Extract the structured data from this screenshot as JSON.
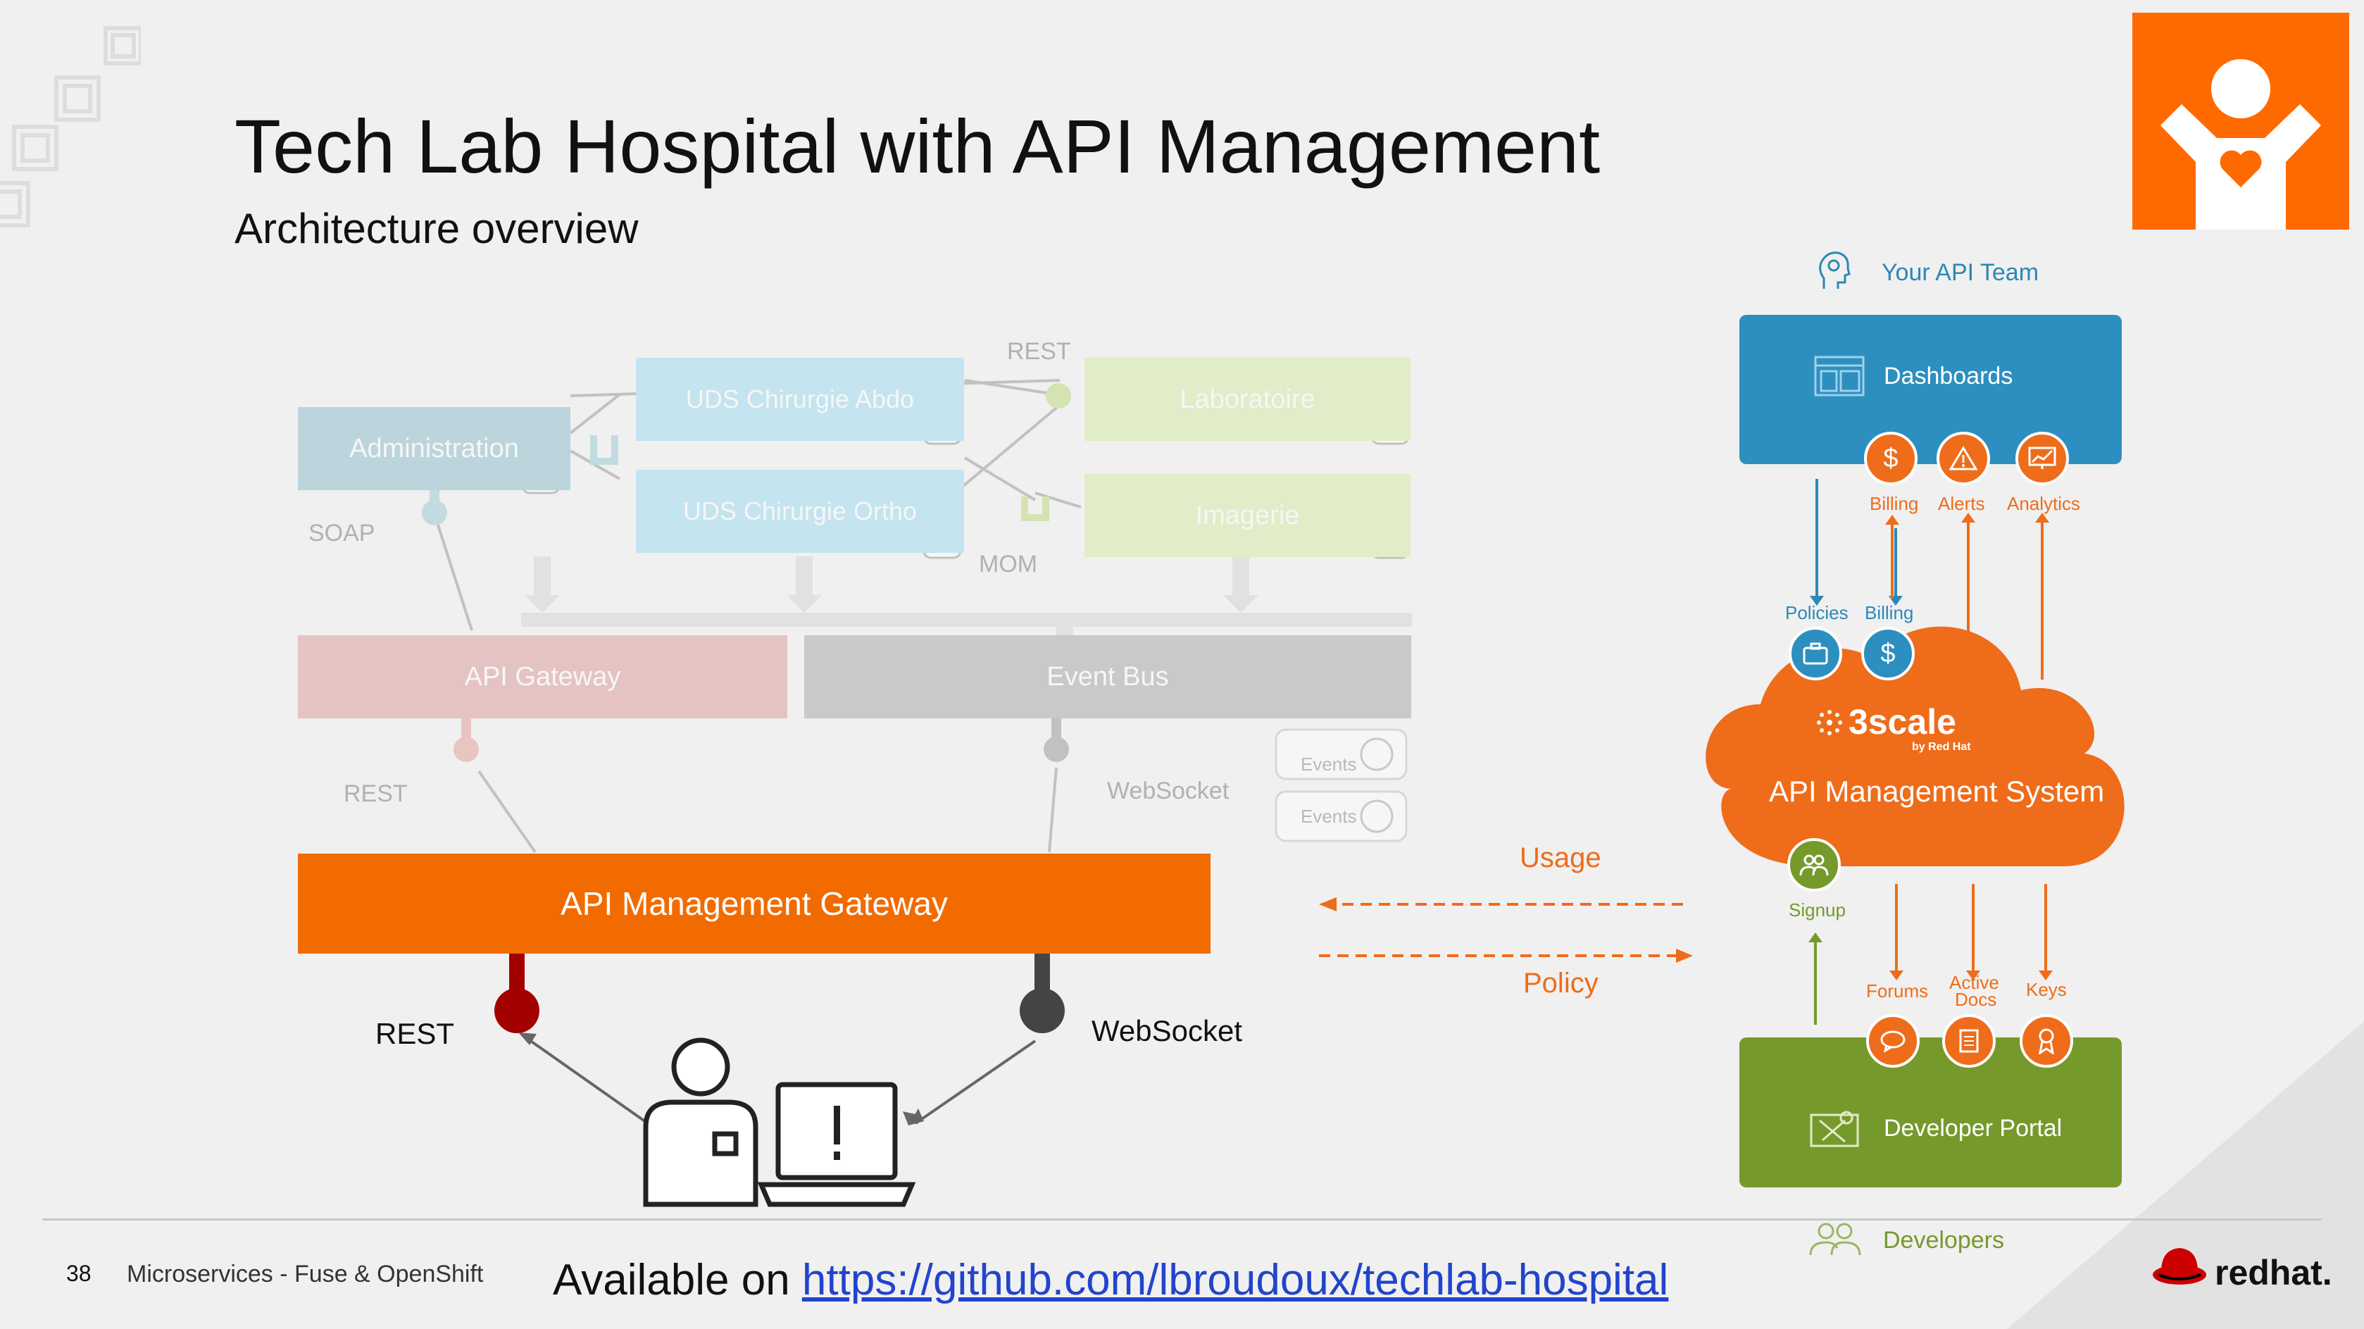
{
  "slide": {
    "title": "Tech Lab Hospital with API Management",
    "subtitle": "Architecture overview",
    "page_number": "38",
    "footer_text": "Microservices - Fuse & OpenShift",
    "available_prefix": "Available on ",
    "available_link": "https://github.com/lbroudoux/techlab-hospital",
    "brand": "redhat."
  },
  "legacy": {
    "administration": "Administration",
    "uds_abdo": "UDS Chirurgie Abdo",
    "uds_ortho": "UDS Chirurgie Ortho",
    "laboratoire": "Laboratoire",
    "imagerie": "Imagerie",
    "api_gateway": "API Gateway",
    "event_bus": "Event Bus",
    "soap": "SOAP",
    "rest_top": "REST",
    "mom": "MOM",
    "rest_mid": "REST",
    "websocket_mid": "WebSocket",
    "events_1": "Events",
    "events_2": "Events"
  },
  "gateway": {
    "label": "API Management Gateway",
    "rest": "REST",
    "websocket": "WebSocket"
  },
  "flow": {
    "usage": "Usage",
    "policy": "Policy"
  },
  "threescale": {
    "api_team": "Your API Team",
    "dashboards": "Dashboards",
    "billing_top": "Billing",
    "alerts": "Alerts",
    "analytics": "Analytics",
    "policies": "Policies",
    "billing_mid": "Billing",
    "logo": "3scale",
    "logo_sub": "by Red Hat",
    "system": "API Management System",
    "signup": "Signup",
    "forums": "Forums",
    "active_docs_1": "Active",
    "active_docs_2": "Docs",
    "keys": "Keys",
    "developer_portal": "Developer Portal",
    "developers": "Developers"
  },
  "colors": {
    "orange": "#ef6c1a",
    "gateway_orange": "#f26b00",
    "blue": "#2d8fbf",
    "green": "#76992c",
    "accent": "#ff6a00"
  },
  "icons": [
    "person-laptop-icon",
    "dollar-icon",
    "alert-icon",
    "analytics-icon",
    "briefcase-icon",
    "signup-icon",
    "forum-icon",
    "docs-icon",
    "key-icon",
    "dashboard-icon",
    "devportal-icon",
    "team-icon",
    "developers-icon",
    "hospital-logo-icon",
    "redhat-hat-icon",
    "database-icon"
  ]
}
